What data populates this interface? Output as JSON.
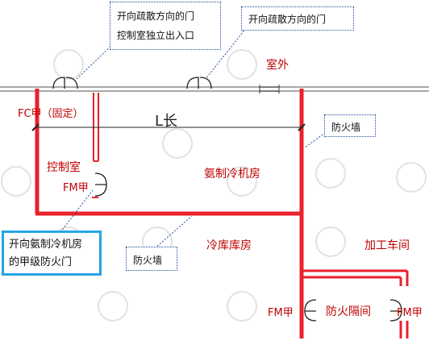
{
  "labels": {
    "callout_top_left_line1": "开向疏散方向的门",
    "callout_top_left_line2": "控制室独立出入口",
    "callout_top_right": "开向疏散方向的门",
    "outdoor": "室外",
    "fc": "FC甲（固定）",
    "length": "L长",
    "firewall_right": "防火墙",
    "control_room": "控制室",
    "fm_control": "FM甲",
    "ammonia_room": "氨制冷机房",
    "callout_blue_line1": "开向氨制冷机房",
    "callout_blue_line2": "的甲级防火门",
    "firewall_bottom": "防火墙",
    "cold_store": "冷库库房",
    "workshop": "加工车间",
    "fm_left": "FM甲",
    "fire_compartment": "防火隔间",
    "fm_right": "FM甲"
  },
  "colors": {
    "wall_red": "#e8212b",
    "callout_border": "#1f4e9a",
    "highlight_border": "#27a4e4",
    "text_red": "#c00000"
  }
}
